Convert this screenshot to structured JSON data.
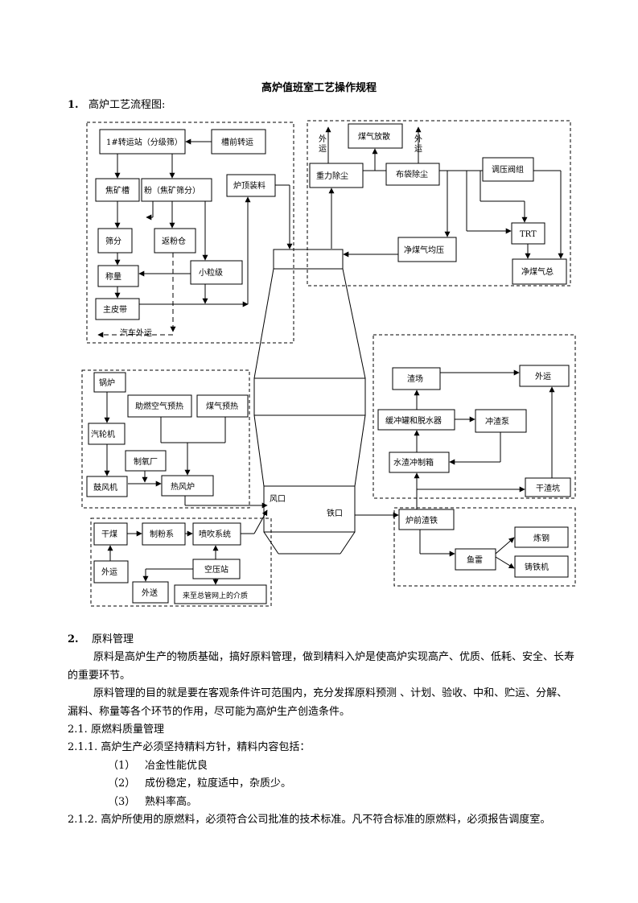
{
  "doc_title": "高炉值班室工艺操作规程",
  "section1": {
    "number": "1.",
    "title": "高炉工艺流程图:"
  },
  "flow": {
    "zhuanyunzhan": "1#转运站（分级筛）",
    "caoqian": "槽前转运",
    "jiaokuangcao": "焦矿槽",
    "fen_jiaokuang": "粉（焦矿筛分）",
    "lutingzhuangliao": "炉顶装料",
    "shaifen": "筛分",
    "fanfencang": "返粉仓",
    "xiaolijí": "小粒级",
    "chengliang": "称量",
    "zhupidai": "主皮带",
    "qiche_waiyun": "汽车外运",
    "waiyun_v1": [
      "外",
      "运"
    ],
    "waiyun_v2": [
      "外",
      "运"
    ],
    "meiqi_fangsan": "煤气放散",
    "zhongli_chuchen": "重力除尘",
    "budai_chuchen": "布袋除尘",
    "tiaoya_fazu": "调压阀组",
    "trt": "TRT",
    "jingmeiqi_junya": "净煤气均压",
    "jingmeiqi_zong": "净煤气总",
    "guolu": "锅炉",
    "zhuran_kongqi": "助燃空气预热",
    "meiqi_yure": "煤气预热",
    "qilunji": "汽轮机",
    "zhiyangchang": "制氧厂",
    "gufengji": "鼓风机",
    "refenglu": "热风炉",
    "fengkou": "风口",
    "tiekou": "铁口",
    "zhachang": "渣场",
    "waiyun_zha": "外运",
    "huanchong": "缓冲罐和脱水器",
    "chongzhabeng": "冲渣泵",
    "shuizha": "水渣冲制箱",
    "ganzhakeng": "干渣坑",
    "luqian_zhatie": "炉前渣铁",
    "lianggang": "炼钢",
    "yulei": "鱼雷",
    "zhutieji": "铸铁机",
    "ganmei": "干煤",
    "zhifenxi": "制粉系",
    "penchui": "喷吹系统",
    "waiyun_mei": "外运",
    "kongyazhan": "空压站",
    "waisong": "外送",
    "laizhi": "来至总管网上的介质"
  },
  "section2": {
    "number": "2.",
    "title": "原料管理",
    "p1": "原料是高炉生产的物质基础，搞好原料管理，做到精料入炉是使高炉实现高产、优质、低耗、安全、长寿的重要环节。",
    "p2": "原料管理的目的就是要在客观条件许可范围内，充分发挥原料预测 、计划、验收、中和、贮运、分解、漏料、称量等各个环节的作用，尽可能为高炉生产创造条件。",
    "s21": "2.1.  原燃料质量管理",
    "s211": "2.1.1. 高炉生产必须坚持精料方针，精料内容包括：",
    "items": [
      {
        "n": "（1）",
        "t": "冶金性能优良"
      },
      {
        "n": "（2）",
        "t": "成份稳定，粒度适中，杂质少。"
      },
      {
        "n": "（3）",
        "t": "熟料率高。"
      }
    ],
    "s212": "2.1.2. 高炉所使用的原燃料，必须符合公司批准的技术标准。凡不符合标准的原燃料，必须报告调度室。"
  }
}
